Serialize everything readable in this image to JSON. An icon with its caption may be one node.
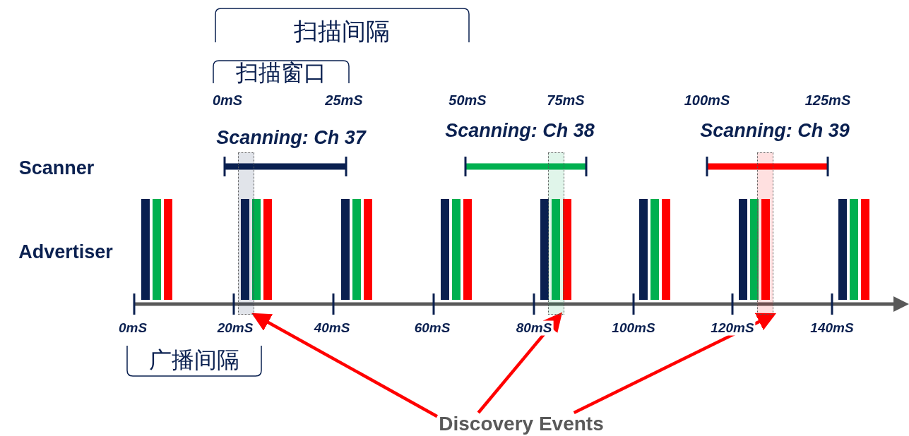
{
  "diagram": {
    "nodes": [
      {
        "text": [],
        "shape": "box"
      },
      {
        "text": [],
        "shape": "box"
      },
      {
        "text": [],
        "shape": "box"
      },
      {
        "text": [
          "Discovery Events"
        ]
      }
    ],
    "edges": [
      {
        "from": 3,
        "to": 0,
        "arrow": "to"
      },
      {
        "from": 3,
        "to": 1,
        "arrow": "to"
      },
      {
        "from": 3,
        "to": 2,
        "arrow": "to"
      }
    ],
    "labels": [
      "扫描间隔",
      "扫描窗口",
      "0mS",
      "25mS",
      "50mS",
      "75mS",
      "100mS",
      "125mS",
      "Scanning: Ch 37",
      "Scanning: Ch 38",
      "Scanning: Ch 39",
      "Scanner",
      "Advertiser",
      "0mS",
      "20mS",
      "40mS",
      "60mS",
      "80mS",
      "100mS",
      "120mS",
      "140mS",
      "广播间隔"
    ]
  }
}
